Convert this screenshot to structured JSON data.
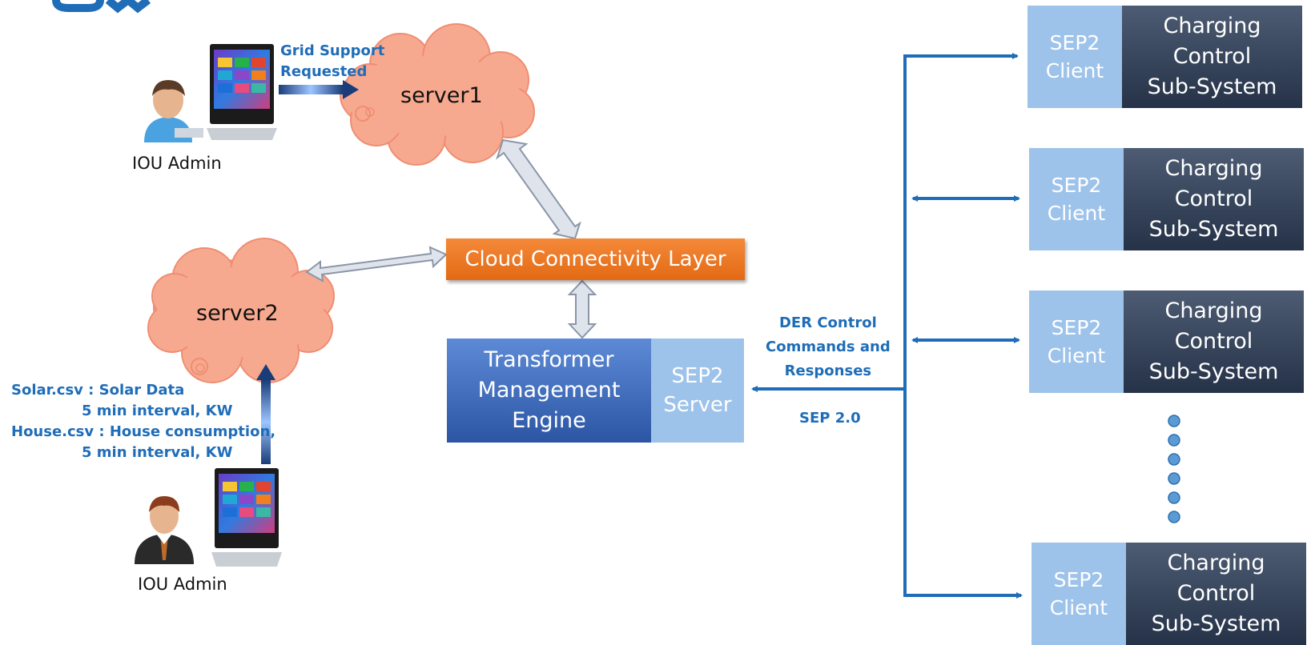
{
  "admins": [
    {
      "label": "IOU Admin"
    },
    {
      "label": "IOU Admin"
    }
  ],
  "clouds": [
    {
      "label": "server1"
    },
    {
      "label": "server2"
    }
  ],
  "annotations": {
    "grid_support": "Grid Support\nRequested",
    "solar_csv": "Solar.csv : Solar Data",
    "solar_csv_detail": "5 min interval, KW",
    "house_csv": "House.csv : House consumption,",
    "house_csv_detail": "5 min interval, KW",
    "der_control": "DER Control\nCommands and\nResponses",
    "sep_version": "SEP 2.0"
  },
  "cloud_connectivity_layer": "Cloud Connectivity Layer",
  "transformer_engine": "Transformer\nManagement\nEngine",
  "sep2_server": "SEP2\nServer",
  "clients": [
    {
      "client": "SEP2\nClient",
      "subsystem": "Charging\nControl\nSub-System"
    },
    {
      "client": "SEP2\nClient",
      "subsystem": "Charging\nControl\nSub-System"
    },
    {
      "client": "SEP2\nClient",
      "subsystem": "Charging\nControl\nSub-System"
    },
    {
      "client": "SEP2\nClient",
      "subsystem": "Charging\nControl\nSub-System"
    }
  ],
  "ellipsis_dot_count": 6,
  "colors": {
    "link_blue": "#1f6db8",
    "cloud_fill": "#f7a98f",
    "orange": "#e36a14",
    "navy": "#253248",
    "light_blue": "#9ec3ea"
  }
}
